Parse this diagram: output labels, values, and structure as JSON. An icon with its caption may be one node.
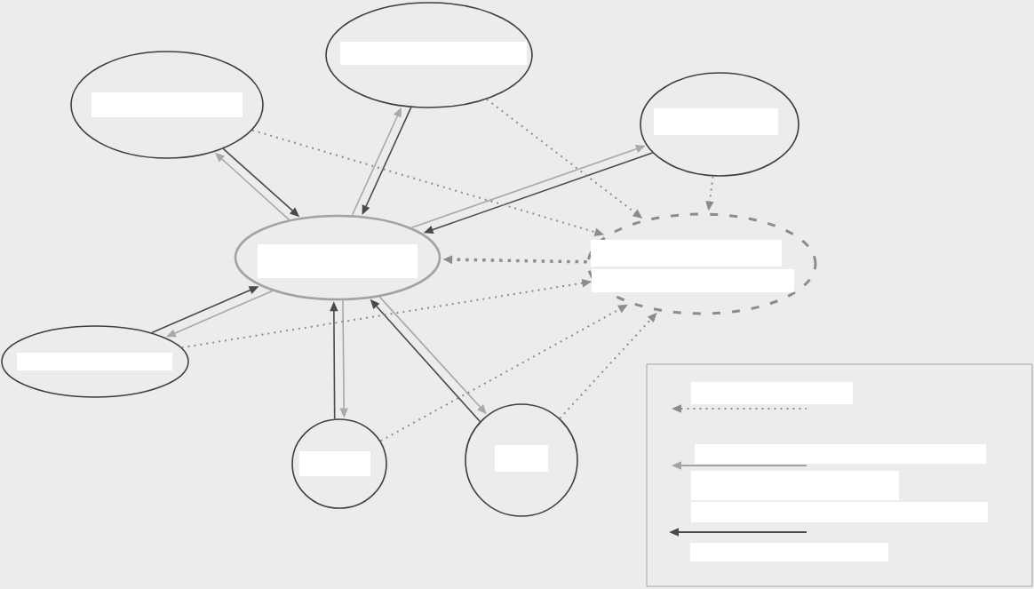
{
  "diagram": {
    "nodes": [
      {
        "text": [],
        "shape": "ellipse"
      },
      {
        "text": [],
        "shape": "ellipse"
      },
      {
        "text": [],
        "shape": "ellipse"
      },
      {
        "text": [],
        "shape": "ellipse"
      },
      {
        "text": [],
        "shape": "ellipse"
      },
      {
        "text": [],
        "shape": "ellipse"
      },
      {
        "text": [],
        "shape": "circle"
      },
      {
        "text": [],
        "shape": "circle"
      }
    ],
    "edges": [
      {
        "from": 1,
        "to": 0,
        "arrow": "to"
      },
      {
        "from": 0,
        "to": 1,
        "arrow": "to",
        "color": "#a8a8a8"
      },
      {
        "from": 2,
        "to": 0,
        "arrow": "to"
      },
      {
        "from": 0,
        "to": 2,
        "arrow": "to",
        "color": "#a8a8a8"
      },
      {
        "from": 3,
        "to": 0,
        "arrow": "to"
      },
      {
        "from": 0,
        "to": 3,
        "arrow": "to",
        "color": "#a8a8a8"
      },
      {
        "from": 5,
        "to": 0,
        "arrow": "to"
      },
      {
        "from": 0,
        "to": 5,
        "arrow": "to",
        "color": "#a8a8a8"
      },
      {
        "from": 6,
        "to": 0,
        "arrow": "to"
      },
      {
        "from": 0,
        "to": 6,
        "arrow": "to",
        "color": "#a8a8a8"
      },
      {
        "from": 7,
        "to": 0,
        "arrow": "to"
      },
      {
        "from": 0,
        "to": 7,
        "arrow": "to",
        "color": "#a8a8a8"
      },
      {
        "from": 1,
        "to": 4,
        "arrow": "to",
        "style": "dashed",
        "color": "#8c8c8c"
      },
      {
        "from": 2,
        "to": 4,
        "arrow": "to",
        "style": "dashed",
        "color": "#8c8c8c"
      },
      {
        "from": 3,
        "to": 4,
        "arrow": "to",
        "style": "dashed",
        "color": "#8c8c8c"
      },
      {
        "from": 5,
        "to": 4,
        "arrow": "to",
        "style": "dashed",
        "color": "#8c8c8c"
      },
      {
        "from": 6,
        "to": 4,
        "arrow": "to",
        "style": "dashed",
        "color": "#8c8c8c"
      },
      {
        "from": 7,
        "to": 4,
        "arrow": "to",
        "style": "dashed",
        "color": "#8c8c8c"
      },
      {
        "from": 4,
        "to": 0,
        "arrow": "to",
        "style": "dashed",
        "color": "#8c8c8c"
      }
    ]
  }
}
